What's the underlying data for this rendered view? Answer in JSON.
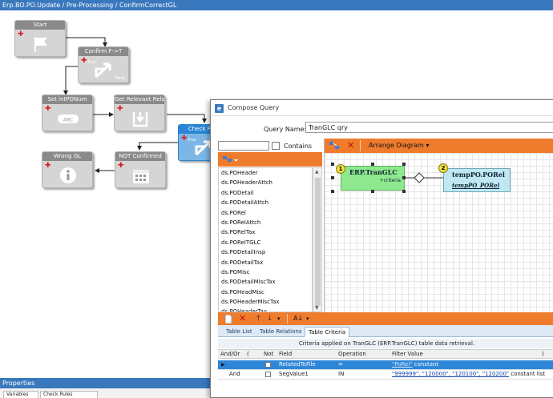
{
  "window": {
    "breadcrumb": "Erp.BO.PO.Update / Pre-Processing / ConfirmCorrectGL"
  },
  "workflow": {
    "nodes": [
      {
        "key": "start",
        "label": "Start"
      },
      {
        "key": "confirm",
        "label": "Confirm F->T",
        "true_label": "True",
        "false_label": "False"
      },
      {
        "key": "set",
        "label": "Set intPONum"
      },
      {
        "key": "getrels",
        "label": "Get Relevant Rels"
      },
      {
        "key": "check",
        "label": "Check Rels",
        "true_label": "True"
      },
      {
        "key": "notconf",
        "label": "NOT Confirmed"
      },
      {
        "key": "wronggl",
        "label": "Wrong GL"
      }
    ],
    "properties_title": "Properties",
    "bottom_tabs": [
      "Variables",
      "Check Rules"
    ]
  },
  "dialog": {
    "title": "Compose Query",
    "query_name_label": "Query Name:",
    "query_name_value": "TranGLC qry",
    "search_value": "",
    "contains_label": "Contains",
    "arrange_label": "Arrange Diagram",
    "tables": [
      "ds.POHeader",
      "ds.POHeaderAttch",
      "ds.PODetail",
      "ds.PODetailAttch",
      "ds.PORel",
      "ds.PORelAttch",
      "ds.PORelTax",
      "ds.PORelTGLC",
      "ds.PODetailInsp",
      "ds.PODetailTax",
      "ds.POMisc",
      "ds.PODetailMiscTax",
      "ds.POHeadMisc",
      "ds.POHeaderMiscTax",
      "ds.POHeaderTax"
    ],
    "diagram": {
      "table1": {
        "badge": "1",
        "name": "ERP.TranGLC",
        "criteria_label": "+criteria"
      },
      "table2": {
        "badge": "2",
        "name": "tempPO.PORel",
        "alias": "tempPO_PORel"
      }
    },
    "criteria_tabs": [
      "Table List",
      "Table Relations",
      "Table Criteria"
    ],
    "criteria_caption": "Criteria applied on TranGLC (ERP.TranGLC)  table data retrieval.",
    "grid": {
      "headers": {
        "andor": "And/Or",
        "paren_open": "(",
        "not": "Not",
        "field": "Field",
        "operation": "Operation",
        "filter": "Filter Value",
        "paren_close": ")"
      },
      "rows": [
        {
          "andor": "",
          "field": "RelatedToFile",
          "operation": "=",
          "filter_link": "\"PoRel\"",
          "filter_kind": "constant",
          "selected": true
        },
        {
          "andor": "And",
          "field": "SegValue1",
          "operation": "IN",
          "filter_link": "\"999999\", \"120000\", \"120100\", \"120200\"",
          "filter_kind": "constant list",
          "selected": false
        }
      ]
    }
  }
}
